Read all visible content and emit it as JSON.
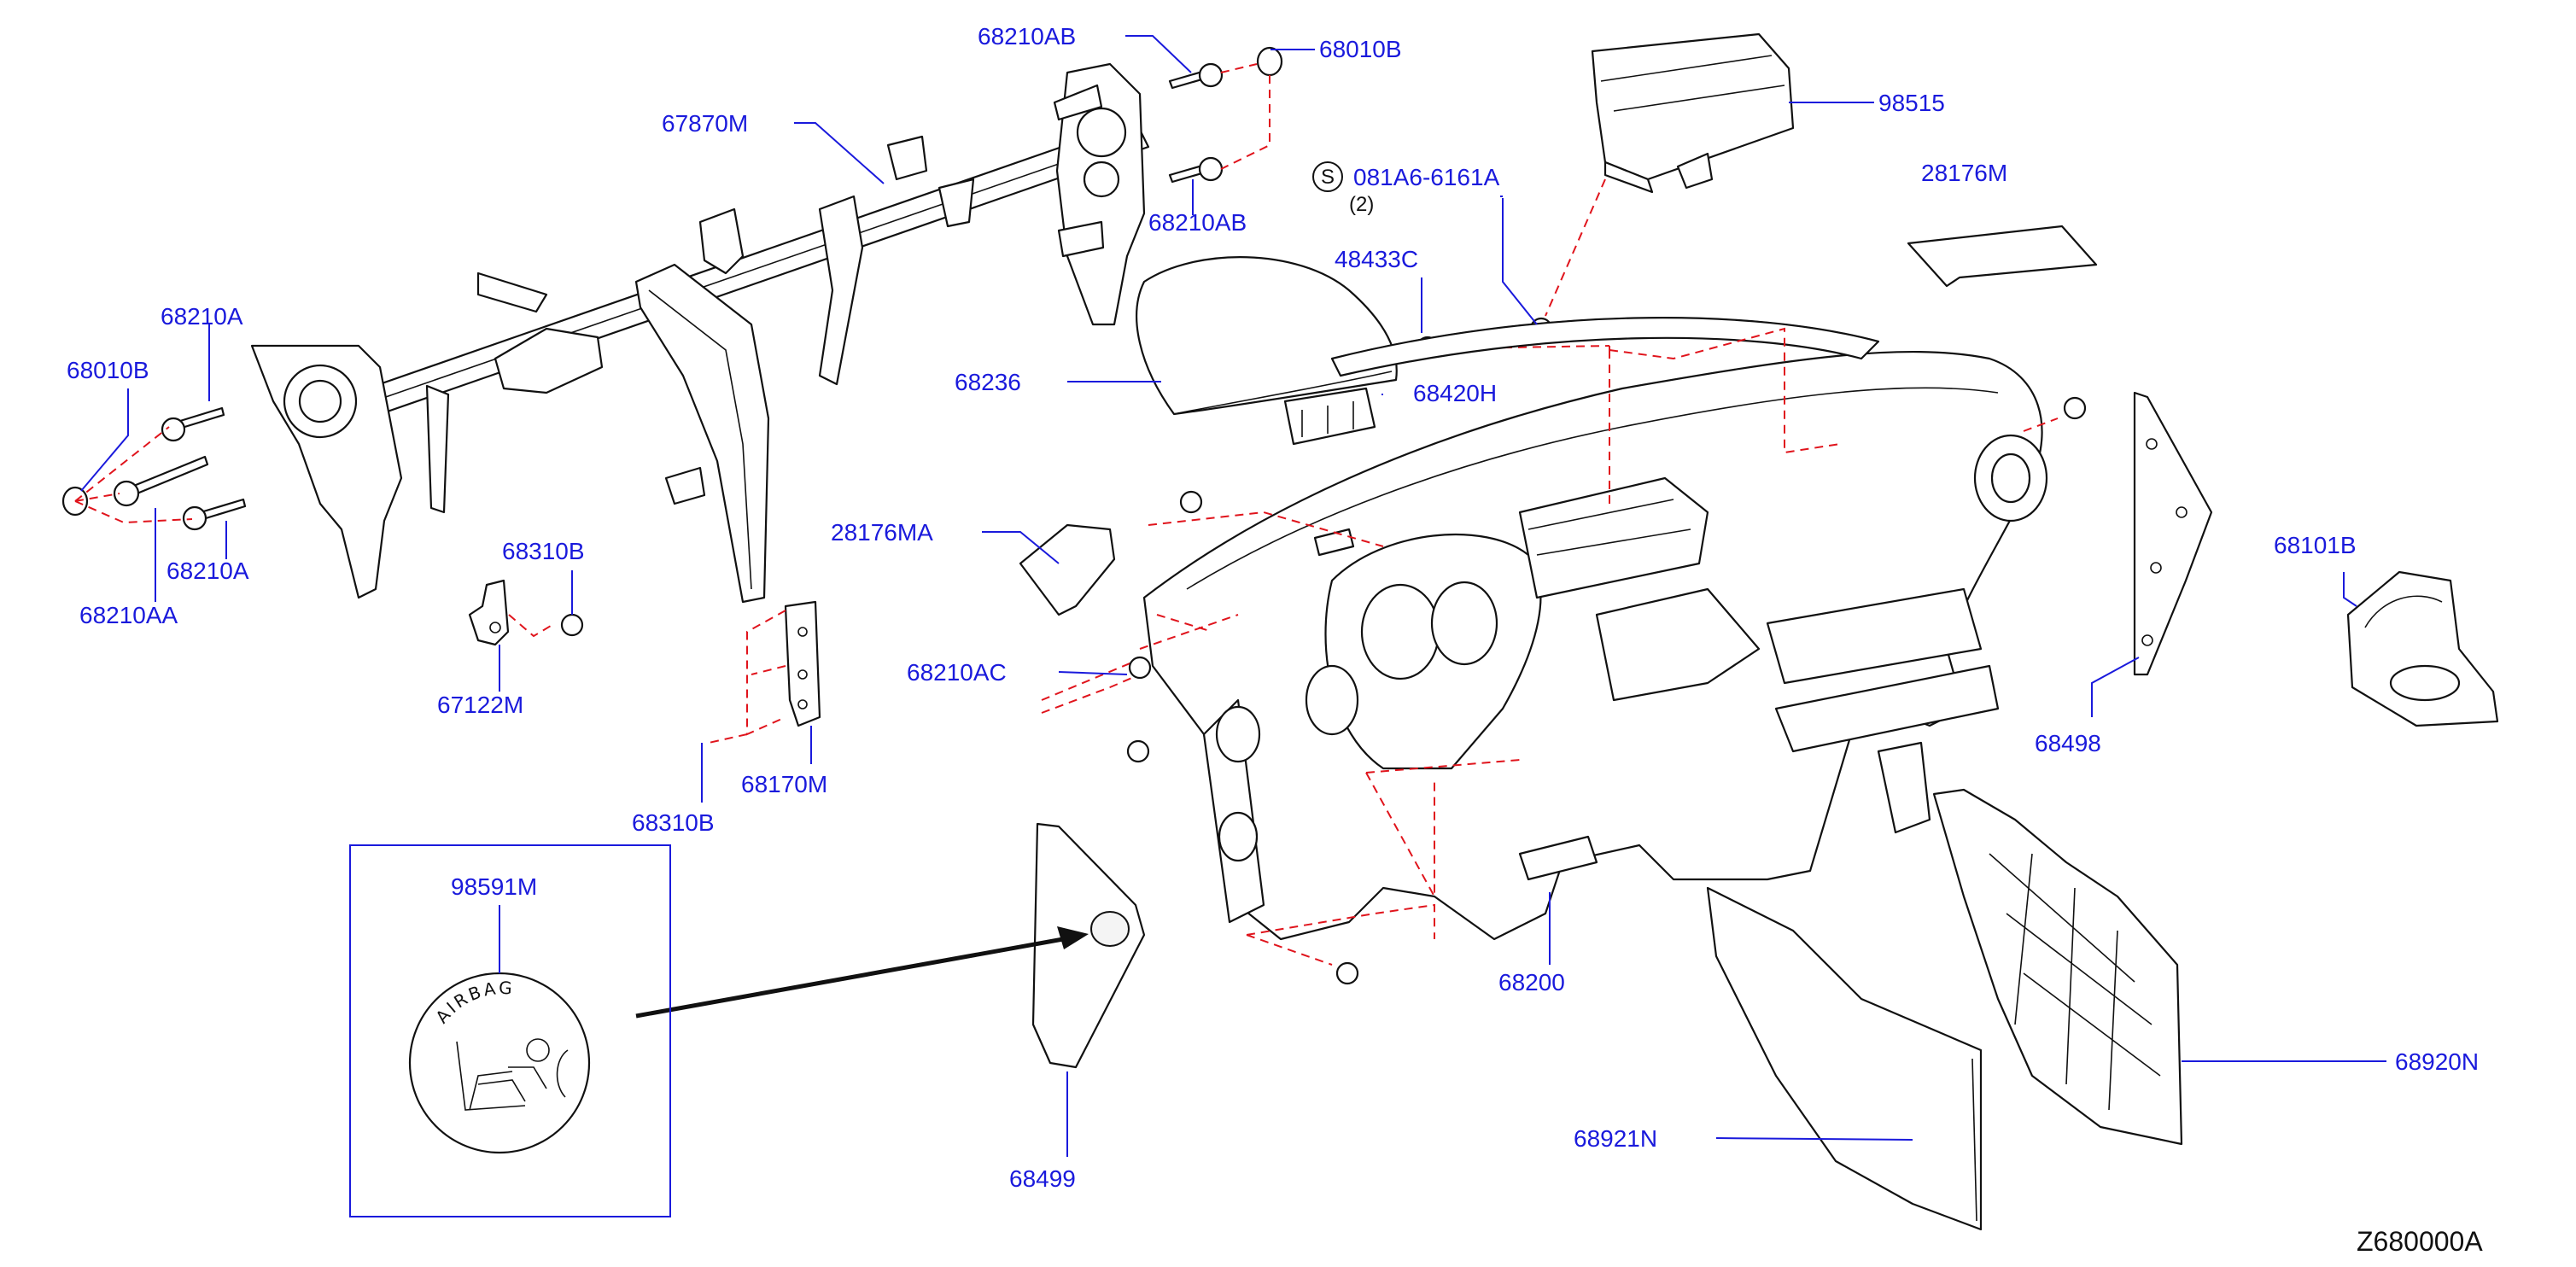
{
  "diagram_ref": "Z680000A",
  "callouts": {
    "p68210AB_top": "68210AB",
    "p68010B_top": "68010B",
    "p98515": "98515",
    "p67870M": "67870M",
    "s_circle": "S",
    "p081A6": "081A6-6161A",
    "p081A6_qty": "(2)",
    "p68210AB_mid": "68210AB",
    "p28176M": "28176M",
    "p48433C": "48433C",
    "p68210A_top": "68210A",
    "p68010B_left": "68010B",
    "p68236": "68236",
    "p68420H": "68420H",
    "p68210A_low": "68210A",
    "p68210AA": "68210AA",
    "p68310B_top": "68310B",
    "p28176MA": "28176MA",
    "p68101B": "68101B",
    "p67122M": "67122M",
    "p68210AC": "68210AC",
    "p68498": "68498",
    "p68170M": "68170M",
    "p68310B_low": "68310B",
    "p98591M": "98591M",
    "p68200": "68200",
    "p68920N": "68920N",
    "p68921N": "68921N",
    "p68499": "68499",
    "airbag_text": "AIRBAG"
  }
}
